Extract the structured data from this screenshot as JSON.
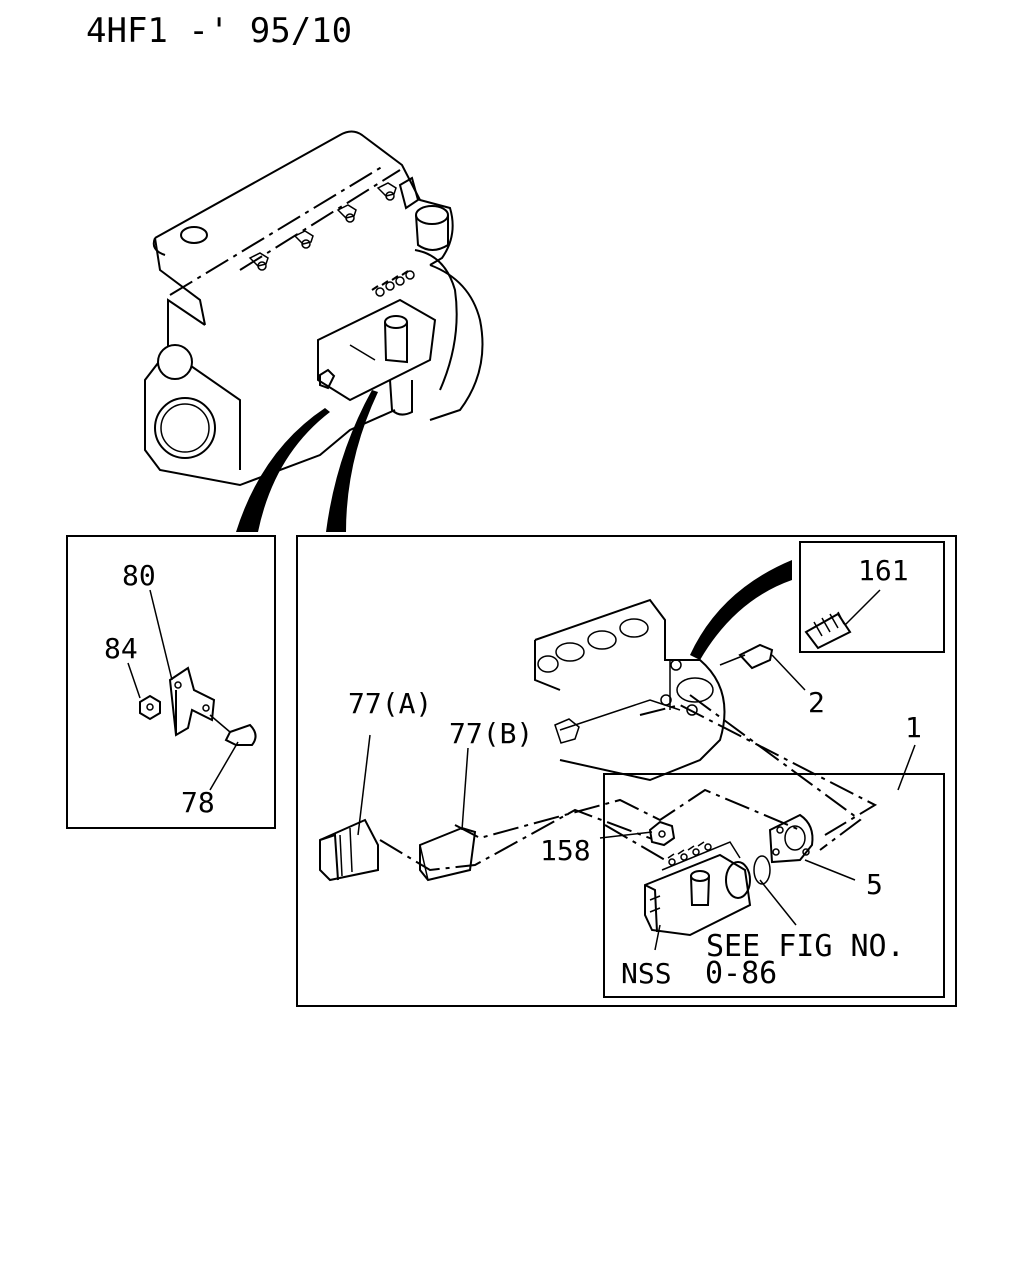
{
  "title": "4HF1 -' 95/10",
  "labels": {
    "p80": "80",
    "p84": "84",
    "p78": "78",
    "p161": "161",
    "p2": "2",
    "p1": "1",
    "p77a": "77(A)",
    "p77b": "77(B)",
    "p158": "158",
    "p5": "5",
    "see_fig": "SEE FIG NO.",
    "nss": "NSS",
    "fig_no": "0-86"
  }
}
